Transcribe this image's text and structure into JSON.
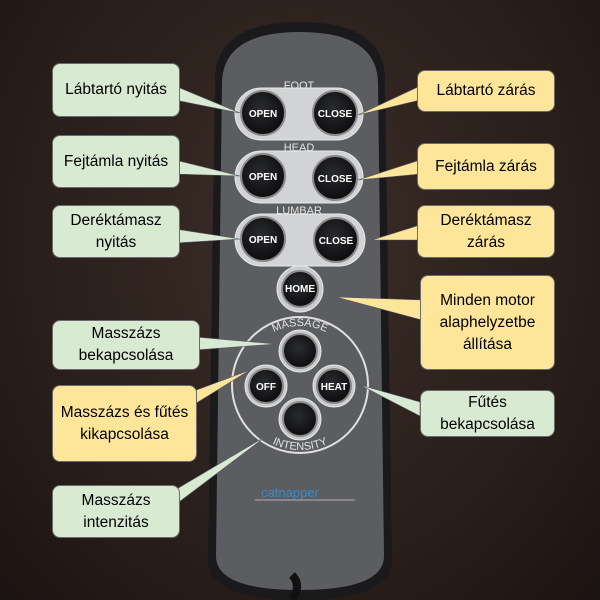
{
  "remote": {
    "sections": {
      "foot": "FOOT",
      "head": "HEAD",
      "lumbar": "LUMBAR",
      "massage": "MASSAGE",
      "intensity": "INTENSITY"
    },
    "buttons": {
      "open": "OPEN",
      "close": "CLOSE",
      "home": "HOME",
      "off": "OFF",
      "heat": "HEAT"
    },
    "brand": "catnapper"
  },
  "callouts": {
    "foot_open": "Lábtartó nyitás",
    "foot_close": "Lábtartó zárás",
    "head_open": "Fejtámla nyitás",
    "head_close": "Fejtámla zárás",
    "lumbar_open": "Deréktámasz nyitás",
    "lumbar_close": "Deréktámasz zárás",
    "home": "Minden motor alaphelyzetbe állítása",
    "massage_on": "Masszázs bekapcsolása",
    "off": "Masszázs és fűtés kikapcsolása",
    "heat": "Fűtés bekapcsolása",
    "intensity": "Masszázs intenzitás"
  },
  "colors": {
    "green": "#d9ead3",
    "yellow": "#fde699",
    "remote": "#5c5d60"
  }
}
